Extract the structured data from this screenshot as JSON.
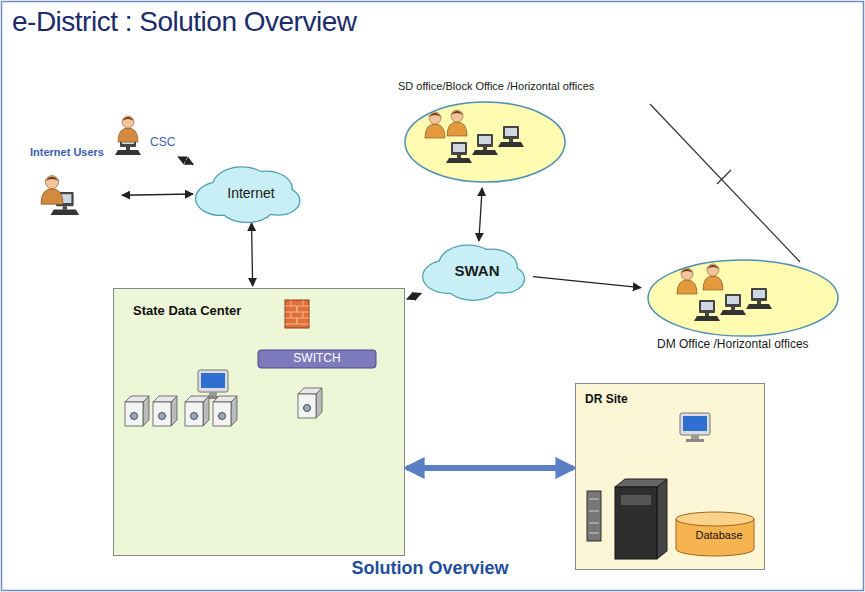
{
  "diagram": {
    "title": "e-District : Solution Overview",
    "caption": "Solution Overview",
    "nodes": [
      {
        "text": [
          "Internet Users"
        ]
      },
      {
        "text": [
          "CSC"
        ]
      },
      {
        "text": [
          "Internet"
        ]
      },
      {
        "text": [
          "SD office/Block Office /Horizontal offices"
        ]
      },
      {
        "text": [
          "SWAN"
        ]
      },
      {
        "text": [
          "DM Office /Horizontal offices"
        ]
      },
      {
        "text": [
          "State Data Center"
        ]
      },
      {
        "text": [
          "SWITCH"
        ],
        "in": 6
      },
      {
        "text": [
          "DR Site"
        ]
      },
      {
        "text": [
          "Database"
        ],
        "in": 8
      }
    ],
    "edges": [
      {
        "from": 0,
        "to": 2,
        "arrow": "both"
      },
      {
        "from": 1,
        "to": 2,
        "arrow": "both"
      },
      {
        "from": 2,
        "to": 6,
        "arrow": "both"
      },
      {
        "from": 3,
        "to": 4,
        "arrow": "both"
      },
      {
        "from": 6,
        "to": 4,
        "arrow": "both"
      },
      {
        "from": 4,
        "to": 5,
        "arrow": "to"
      },
      {
        "from": 6,
        "to": 8,
        "arrow": "both"
      }
    ]
  }
}
